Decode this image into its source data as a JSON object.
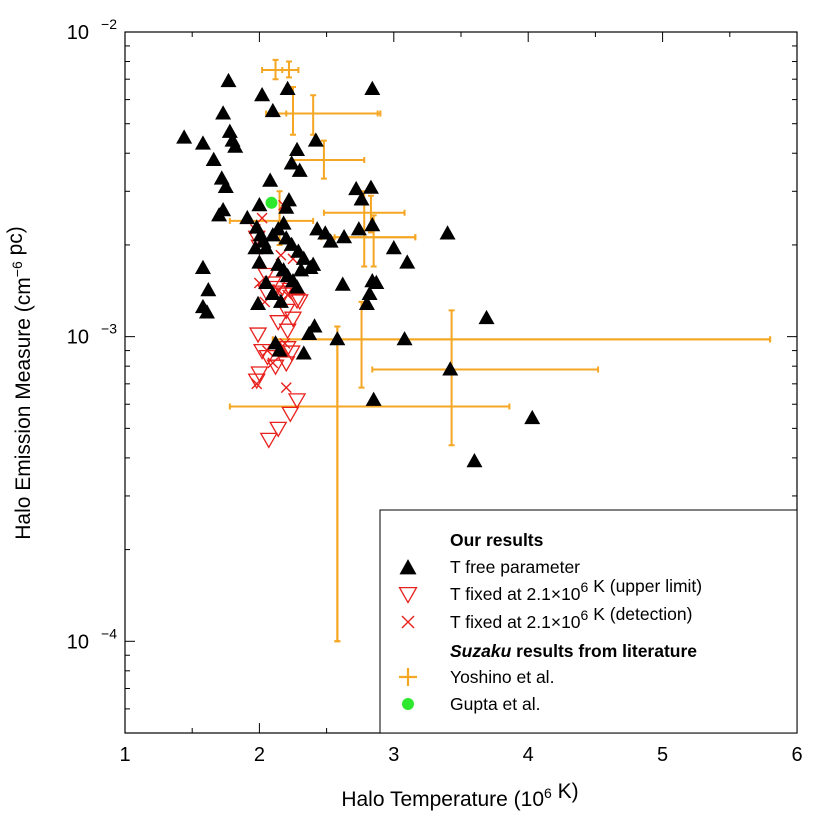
{
  "chart_data": {
    "type": "scatter",
    "title": "",
    "xlabel": "Halo Temperature (10^6 K)",
    "ylabel": "Halo Emission Measure (cm^-6 pc)",
    "xlim": [
      1,
      6
    ],
    "ylim": [
      5e-05,
      0.01
    ],
    "yscale": "log",
    "grid": false,
    "legend_placement": "bottom-right",
    "x_ticks": [
      {
        "value": 1,
        "label": "1"
      },
      {
        "value": 2,
        "label": "2"
      },
      {
        "value": 3,
        "label": "3"
      },
      {
        "value": 4,
        "label": "4"
      },
      {
        "value": 5,
        "label": "5"
      },
      {
        "value": 6,
        "label": "6"
      }
    ],
    "y_ticks": [
      {
        "value": 0.0001,
        "base": "10",
        "exp": "−4"
      },
      {
        "value": 0.001,
        "base": "10",
        "exp": "−3"
      },
      {
        "value": 0.01,
        "base": "10",
        "exp": "−2"
      }
    ],
    "legend": {
      "group1_title": "Our results",
      "group2_title_bold_italic": "Suzaku",
      "group2_title_rest": " results from literature",
      "items": [
        {
          "key": "free",
          "label": "T free parameter"
        },
        {
          "key": "upper",
          "label": "T fixed at 2.1×10^6 K (upper limit)"
        },
        {
          "key": "detect",
          "label": "T fixed at 2.1×10^6 K (detection)"
        },
        {
          "key": "yoshino",
          "label": "Yoshino et al."
        },
        {
          "key": "gupta",
          "label": "Gupta et al."
        }
      ]
    },
    "colors": {
      "free": "#000000",
      "upper": "#e8201c",
      "detect": "#e8201c",
      "yoshino": "#f5a623",
      "gupta": "#2ee82e"
    },
    "series": [
      {
        "key": "free",
        "marker": "triangle-up",
        "points": [
          [
            1.44,
            0.0045
          ],
          [
            1.58,
            0.0043
          ],
          [
            1.66,
            0.0038
          ],
          [
            1.73,
            0.0054
          ],
          [
            1.77,
            0.0069
          ],
          [
            1.78,
            0.0047
          ],
          [
            1.82,
            0.0042
          ],
          [
            1.72,
            0.0033
          ],
          [
            1.75,
            0.0031
          ],
          [
            1.73,
            0.0026
          ],
          [
            1.7,
            0.0025
          ],
          [
            1.91,
            0.00245
          ],
          [
            1.58,
            0.00168
          ],
          [
            1.62,
            0.00142
          ],
          [
            1.58,
            0.00125
          ],
          [
            1.61,
            0.0012
          ],
          [
            2.02,
            0.0062
          ],
          [
            2.1,
            0.0055
          ],
          [
            2.21,
            0.0065
          ],
          [
            2.84,
            0.0065
          ],
          [
            2.28,
            0.0041
          ],
          [
            2.42,
            0.0044
          ],
          [
            2.24,
            0.0037
          ],
          [
            2.3,
            0.0035
          ],
          [
            2.22,
            0.0028
          ],
          [
            2.0,
            0.0027
          ],
          [
            2.08,
            0.00325
          ],
          [
            1.98,
            0.00228
          ],
          [
            2.01,
            0.00215
          ],
          [
            2.03,
            0.00205
          ],
          [
            2.05,
            0.00195
          ],
          [
            2.1,
            0.00215
          ],
          [
            2.14,
            0.00225
          ],
          [
            2.18,
            0.00235
          ],
          [
            2.2,
            0.0021
          ],
          [
            2.24,
            0.002
          ],
          [
            2.29,
            0.0019
          ],
          [
            2.14,
            0.00172
          ],
          [
            2.18,
            0.00165
          ],
          [
            2.21,
            0.00158
          ],
          [
            2.25,
            0.00152
          ],
          [
            2.28,
            0.00145
          ],
          [
            2.33,
            0.0018
          ],
          [
            2.38,
            0.00168
          ],
          [
            2.4,
            0.00172
          ],
          [
            2.43,
            0.00225
          ],
          [
            2.49,
            0.00218
          ],
          [
            2.53,
            0.00205
          ],
          [
            2.63,
            0.00212
          ],
          [
            2.62,
            0.00148
          ],
          [
            2.74,
            0.00225
          ],
          [
            2.76,
            0.00282
          ],
          [
            2.84,
            0.00232
          ],
          [
            2.82,
            0.00138
          ],
          [
            2.84,
            0.00152
          ],
          [
            2.87,
            0.0015
          ],
          [
            3.0,
            0.00195
          ],
          [
            3.1,
            0.00175
          ],
          [
            3.4,
            0.00218
          ],
          [
            3.69,
            0.00115
          ],
          [
            3.08,
            0.00098
          ],
          [
            2.41,
            0.00108
          ],
          [
            2.37,
            0.00102
          ],
          [
            2.58,
            0.00098
          ],
          [
            2.33,
            0.00088
          ],
          [
            2.12,
            0.00095
          ],
          [
            2.15,
            0.0009
          ],
          [
            3.42,
            0.00078
          ],
          [
            2.85,
            0.00062
          ],
          [
            4.03,
            0.00054
          ],
          [
            3.6,
            0.00039
          ],
          [
            1.97,
            0.00195
          ],
          [
            2.0,
            0.00175
          ],
          [
            2.05,
            0.0015
          ],
          [
            2.1,
            0.00138
          ],
          [
            1.99,
            0.00128
          ],
          [
            2.16,
            0.0013
          ],
          [
            2.72,
            0.00305
          ],
          [
            2.83,
            0.00308
          ],
          [
            2.8,
            0.00128
          ],
          [
            1.8,
            0.0044
          ],
          [
            2.2,
            0.00265
          ],
          [
            2.31,
            0.00165
          ]
        ]
      },
      {
        "key": "upper",
        "marker": "triangle-down",
        "points": [
          [
            1.98,
            0.00212
          ],
          [
            2.0,
            0.00198
          ],
          [
            2.05,
            0.0016
          ],
          [
            2.1,
            0.0015
          ],
          [
            2.13,
            0.00145
          ],
          [
            2.15,
            0.0014
          ],
          [
            2.18,
            0.00138
          ],
          [
            2.23,
            0.00143
          ],
          [
            2.28,
            0.00132
          ],
          [
            2.2,
            0.00122
          ],
          [
            2.25,
            0.00115
          ],
          [
            2.14,
            0.00112
          ],
          [
            2.21,
            0.00105
          ],
          [
            1.99,
            0.00102
          ],
          [
            2.02,
            0.0009
          ],
          [
            2.06,
            0.00086
          ],
          [
            2.21,
            0.00092
          ],
          [
            2.24,
            0.00089
          ],
          [
            2.2,
            0.00082
          ],
          [
            2.12,
            0.0008
          ],
          [
            2.0,
            0.00076
          ],
          [
            1.98,
            0.00072
          ],
          [
            2.28,
            0.00062
          ],
          [
            2.23,
            0.00056
          ],
          [
            2.14,
            0.0005
          ],
          [
            2.07,
            0.00046
          ],
          [
            2.05,
            0.00141
          ],
          [
            2.3,
            0.00131
          ]
        ]
      },
      {
        "key": "detect",
        "marker": "x",
        "points": [
          [
            2.18,
            0.0027
          ],
          [
            2.02,
            0.00245
          ],
          [
            1.97,
            0.00225
          ],
          [
            2.16,
            0.00185
          ],
          [
            2.25,
            0.0018
          ],
          [
            2.0,
            0.0015
          ],
          [
            2.14,
            0.00142
          ],
          [
            2.21,
            0.00137
          ],
          [
            2.04,
            0.0013
          ],
          [
            2.19,
            0.00095
          ],
          [
            2.06,
            0.0009
          ],
          [
            2.1,
            0.00082
          ],
          [
            1.98,
            0.0007
          ],
          [
            2.2,
            0.00068
          ]
        ]
      },
      {
        "key": "yoshino",
        "marker": "errorbar",
        "points": [
          {
            "x": 2.12,
            "xlo": 2.02,
            "xhi": 2.22,
            "y": 0.0075,
            "ylo": 0.007,
            "yhi": 0.0081
          },
          {
            "x": 2.22,
            "xlo": 2.17,
            "xhi": 2.29,
            "y": 0.0075,
            "ylo": 0.0071,
            "yhi": 0.008
          },
          {
            "x": 2.25,
            "xlo": 2.05,
            "xhi": 2.9,
            "y": 0.0054,
            "ylo": 0.0046,
            "yhi": 0.0066
          },
          {
            "x": 2.4,
            "xlo": 2.2,
            "xhi": 2.88,
            "y": 0.0054,
            "ylo": 0.0046,
            "yhi": 0.0062
          },
          {
            "x": 2.48,
            "xlo": 2.24,
            "xhi": 2.78,
            "y": 0.0038,
            "ylo": 0.0033,
            "yhi": 0.0044
          },
          {
            "x": 2.83,
            "xlo": 2.48,
            "xhi": 3.08,
            "y": 0.00255,
            "ylo": 0.0022,
            "yhi": 0.0029
          },
          {
            "x": 2.78,
            "xlo": 2.46,
            "xhi": 3.16,
            "y": 0.00212,
            "ylo": 0.0017,
            "yhi": 0.003
          },
          {
            "x": 2.85,
            "xlo": 2.56,
            "xhi": 3.16,
            "y": 0.00212,
            "ylo": 0.0017,
            "yhi": 0.0025
          },
          {
            "x": 2.15,
            "xlo": 1.78,
            "xhi": 2.4,
            "y": 0.0024,
            "ylo": 0.002,
            "yhi": 0.003
          },
          {
            "x": 2.58,
            "xlo": 2.1,
            "xhi": 5.8,
            "y": 0.00098,
            "ylo": 0.0001,
            "yhi": 0.00108
          },
          {
            "x": 2.76,
            "xlo": 2.1,
            "xhi": 5.8,
            "y": 0.00098,
            "ylo": 0.00068,
            "yhi": 0.0013
          },
          {
            "x": 3.43,
            "xlo": 2.84,
            "xhi": 4.52,
            "y": 0.00078,
            "ylo": 0.00044,
            "yhi": 0.00122
          },
          {
            "x": 2.58,
            "xlo": 1.78,
            "xhi": 3.86,
            "y": 0.00059,
            "ylo": 0.0001,
            "yhi": 0.00108
          }
        ]
      },
      {
        "key": "gupta",
        "marker": "circle",
        "points": [
          [
            2.09,
            0.00275
          ]
        ]
      }
    ]
  }
}
